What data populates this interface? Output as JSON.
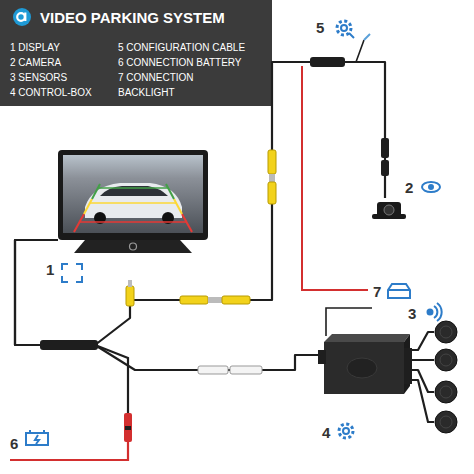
{
  "diagram": {
    "title": "VIDEO PARKING SYSTEM",
    "nodes": [
      {
        "text": [
          "1"
        ]
      },
      {
        "text": [
          "2"
        ]
      },
      {
        "text": [
          "4"
        ]
      },
      {
        "text": [
          "3"
        ]
      }
    ],
    "edges": [
      {
        "from": 0,
        "to": 1,
        "arrow": "none"
      },
      {
        "from": 0,
        "to": 2,
        "arrow": "none"
      },
      {
        "from": 2,
        "to": 3,
        "arrow": "none"
      }
    ],
    "labels": [
      "1 DISPLAY",
      "2 CAMERA",
      "3 SENSORS",
      "4 CONTROL-BOX",
      "5 CONFIGURATION CABLE",
      "6 CONNECTION BATTERY",
      "7 CONNECTION BACKLIGHT",
      "5",
      "6",
      "7"
    ]
  }
}
